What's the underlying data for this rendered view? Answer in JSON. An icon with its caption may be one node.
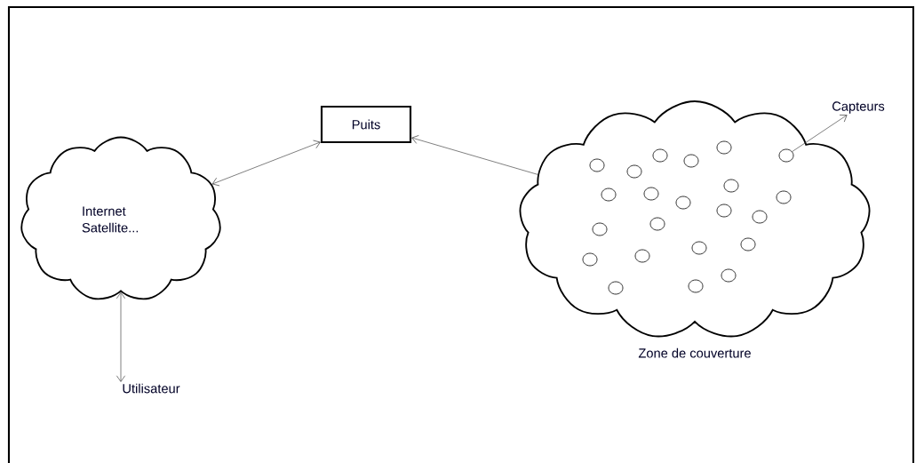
{
  "diagram": {
    "nodes": [
      {
        "text": [
          "Internet Satellite..."
        ]
      },
      {
        "text": [
          "Puits"
        ]
      },
      {
        "text": [],
        "shape": "cloud",
        "beside": [
          "Zone de couverture"
        ]
      },
      {
        "text": [
          "Capteurs"
        ]
      },
      {
        "text": [
          "Utilisateur"
        ]
      },
      {
        "text": [],
        "shape": "circle",
        "in": 2
      },
      {
        "text": [],
        "shape": "circle",
        "in": 2
      },
      {
        "text": [],
        "shape": "circle",
        "in": 2
      },
      {
        "text": [],
        "shape": "circle",
        "in": 2
      },
      {
        "text": [],
        "shape": "circle",
        "in": 2
      },
      {
        "text": [],
        "shape": "circle",
        "in": 2
      },
      {
        "text": [],
        "shape": "circle",
        "in": 2
      },
      {
        "text": [],
        "shape": "circle",
        "in": 2
      },
      {
        "text": [],
        "shape": "circle",
        "in": 2
      },
      {
        "text": [],
        "shape": "circle",
        "in": 2
      },
      {
        "text": [],
        "shape": "circle",
        "in": 2
      },
      {
        "text": [],
        "shape": "circle",
        "in": 2
      },
      {
        "text": [],
        "shape": "circle",
        "in": 2
      },
      {
        "text": [],
        "shape": "circle",
        "in": 2
      },
      {
        "text": [],
        "shape": "circle",
        "in": 2
      },
      {
        "text": [],
        "shape": "circle",
        "in": 2
      },
      {
        "text": [],
        "shape": "circle",
        "in": 2
      },
      {
        "text": [],
        "shape": "circle",
        "in": 2
      },
      {
        "text": [],
        "shape": "circle",
        "in": 2
      },
      {
        "text": [],
        "shape": "circle",
        "in": 2
      },
      {
        "text": [],
        "shape": "circle",
        "in": 2
      },
      {
        "text": [],
        "shape": "circle",
        "in": 2
      }
    ],
    "edges": [
      {
        "from": 0,
        "to": 1,
        "arrow": "both"
      },
      {
        "from": 2,
        "to": 1,
        "arrow": "to"
      },
      {
        "from": 10,
        "to": 3,
        "arrow": "to"
      },
      {
        "from": 0,
        "to": 4,
        "arrow": "both"
      }
    ]
  }
}
